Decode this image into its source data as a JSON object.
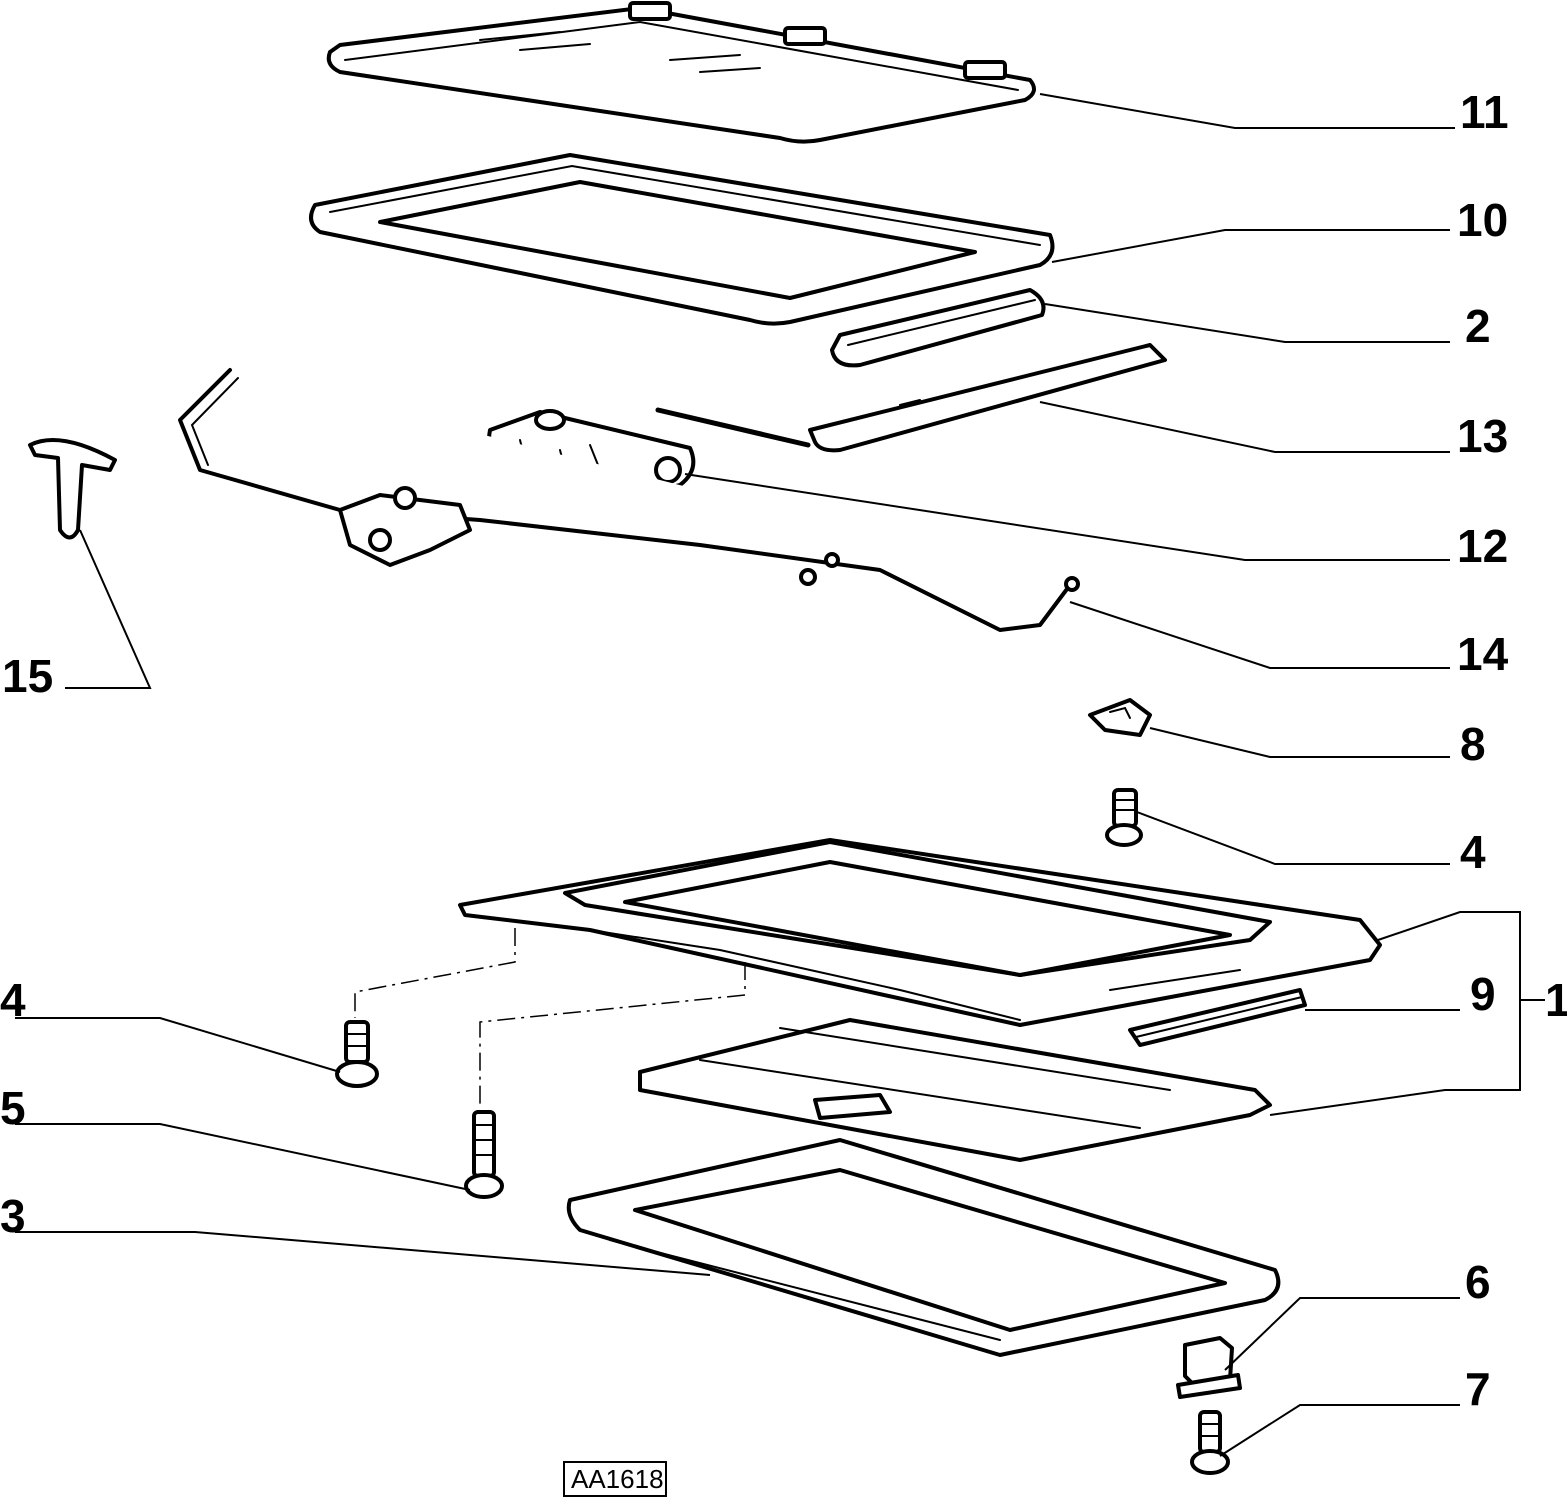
{
  "diagram": {
    "reference_code": "AA1618",
    "callouts": {
      "c11": "11",
      "c10": "10",
      "c2": "2",
      "c13": "13",
      "c12": "12",
      "c14": "14",
      "c15": "15",
      "c8": "8",
      "c4_right": "4",
      "c9": "9",
      "c1": "1",
      "c4_left": "4",
      "c5": "5",
      "c3": "3",
      "c6": "6",
      "c7": "7"
    }
  }
}
